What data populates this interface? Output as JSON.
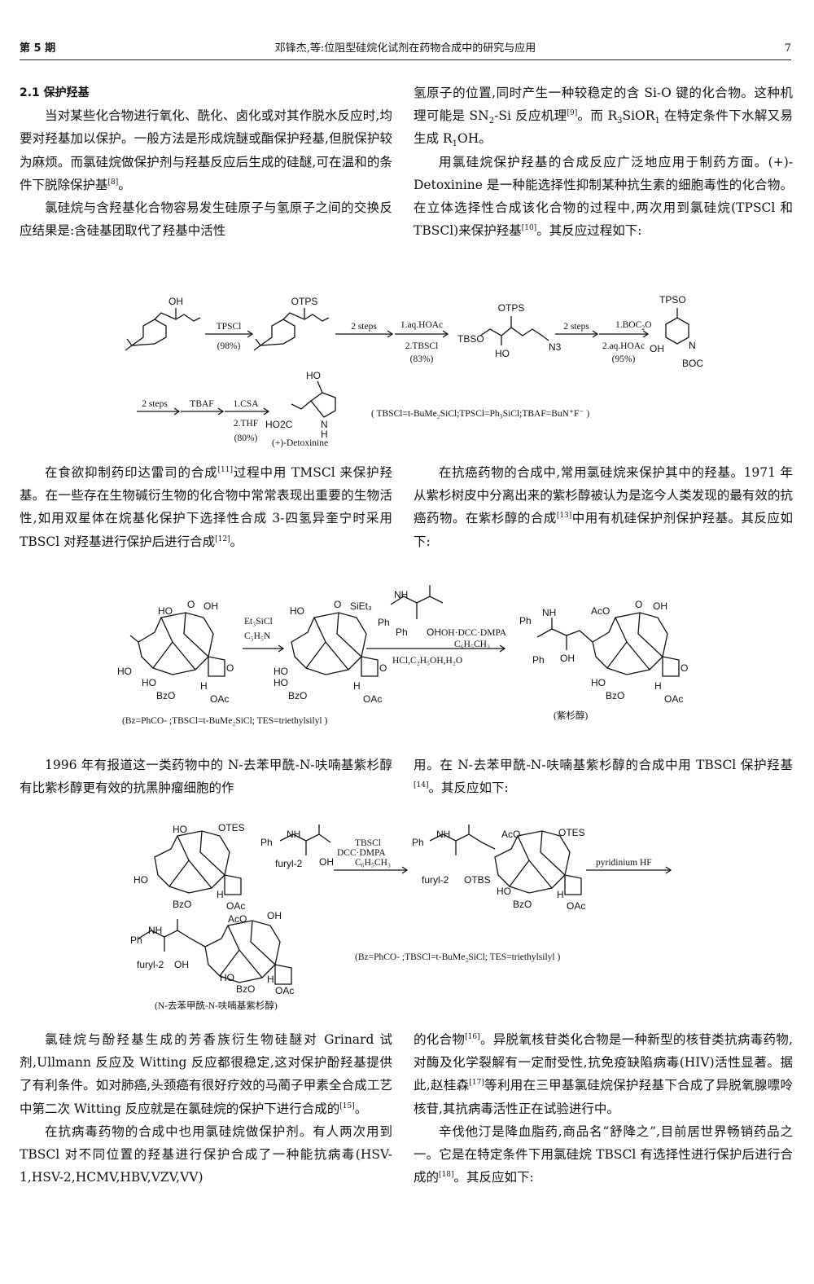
{
  "header": {
    "issue": "第 5 期",
    "title": "邓锋杰,等:位阻型硅烷化试剂在药物合成中的研究与应用",
    "page": "7"
  },
  "section": {
    "heading": "2.1  保护羟基",
    "left_paras": [
      "当对某些化合物进行氧化、酰化、卤化或对其作脱水反应时,均要对羟基加以保护。一般方法是形成烷醚或酯保护羟基,但脱保护较为麻烦。而氯硅烷做保护剂与羟基反应后生成的硅醚,可在温和的条件下脱除保护基",
      "氯硅烷与含羟基化合物容易发生硅原子与氢原子之间的交换反应结果是:含硅基团取代了羟基中活性"
    ],
    "left_refs": [
      "[8]"
    ],
    "right_p1_a": "氢原子的位置,同时产生一种较稳定的含 Si-O 键的化合物。这种机理可能是 SN",
    "right_p1_b": "-Si 反应机理",
    "right_p1_c": "。而 R",
    "right_p1_d": "SiOR",
    "right_p1_e": " 在特定条件下水解又易生成 R",
    "right_p1_f": "OH。",
    "right_p1_ref": "[9]",
    "right_p2": "用氯硅烷保护羟基的合成反应广泛地应用于制药方面。(+)-Detoxinine 是一种能选择性抑制某种抗生素的细胞毒性的化合物。在立体选择性合成该化合物的过程中,两次用到氯硅烷(TPSCl 和 TBSCl)来保护羟基",
    "right_p2_ref": "[10]",
    "right_p2_end": "。其反应过程如下:"
  },
  "scheme1": {
    "r1": "TPSCl",
    "y1": "(98%)",
    "r2": "2 steps",
    "r3a": "1.aq.HOAc",
    "r3b": "2.TBSCl",
    "y3": "(83%)",
    "r4": "2 steps",
    "r5a": "1.BOC",
    "r5b": "2.aq.HOAc",
    "y5": "(95%)",
    "r6": "2 steps",
    "r7": "TBAF",
    "r8a": "1.CSA",
    "r8b": "2.THF",
    "y8": "(80%)",
    "product": "(+)-Detoxinine",
    "legend": "( TBSCl=t-BuMe₂SiCl;TPSCl=Ph₃SiCl;TBAF=BuN⁺F⁻ )",
    "labels": {
      "oh": "OH",
      "otps": "OTPS",
      "tbso": "TBSO",
      "ho": "HO",
      "n3": "N3",
      "tpso": "TPSO",
      "boc": "BOC",
      "nh": "N",
      "h": "H",
      "ho2c": "HO2C",
      "n": "N"
    }
  },
  "para2": {
    "left": "在食欲抑制药印达雷司的合成",
    "left_ref1": "[11]",
    "left_b": "过程中用 TMSCl 来保护羟基。在一些存在生物碱衍生物的化合物中常常表现出重要的生物活性,如用双星体在烷基化保护下选择性合成 3-四氢异奎宁时采用 TBSCl 对羟基进行保护后进行合成",
    "left_ref2": "[12]",
    "left_end": "。",
    "right": "在抗癌药物的合成中,常用氯硅烷来保护其中的羟基。1971 年从紫杉树皮中分离出来的紫杉醇被认为是迄今人类发现的最有效的抗癌药物。在紫杉醇的合成",
    "right_ref": "[13]",
    "right_end": "中用有机硅保护剂保护羟基。其反应如下:"
  },
  "scheme2": {
    "r1a": "Et₃SiCl",
    "r1b": "C₅H₅N",
    "r2a": "OH·DCC·DMPA",
    "r2b": "C₆H₅CH₃",
    "r3": "HCl,C₂H₅OH,H₂O",
    "caption": "(Bz=PhCO- ;TBSCl=t-BuMe₂SiCl; TES=triethylsilyl )",
    "product": "(紫杉醇)",
    "labels": {
      "ho": "HO",
      "oh": "OH",
      "o": "O",
      "bzo": "BzO",
      "oac": "OAc",
      "h": "H",
      "sieT": "SiEt₃",
      "ph": "Ph",
      "nh": "NH",
      "aco": "AcO"
    }
  },
  "para3": {
    "left": "1996 年有报道这一类药物中的 N-去苯甲酰-N-呋喃基紫杉醇有比紫杉醇更有效的抗黑肿瘤细胞的作",
    "right": "用。在 N-去苯甲酰-N-呋喃基紫杉醇的合成中用 TBSCl 保护羟基",
    "right_ref": "[14]",
    "right_end": "。其反应如下:"
  },
  "scheme3": {
    "r1a": "TBSCl",
    "r1b": "DCC·DMPA",
    "r1c": "C₆H₅CH₃",
    "r2": "pyridinium HF",
    "caption": "(Bz=PhCO- ;TBSCl=t-BuMe₂SiCl;  TES=triethylsilyl )",
    "product": "(N-去苯甲酰-N-呋喃基紫杉醇)",
    "labels": {
      "otes": "OTES",
      "furyl": "furyl-2",
      "otbs": "OTBS",
      "oh": "OH",
      "ph": "Ph",
      "nh": "NH"
    }
  },
  "para4": {
    "left1": "氯硅烷与酚羟基生成的芳香族衍生物硅醚对 Grinard 试剂,Ullmann 反应及 Witting 反应都很稳定,这对保护酚羟基提供了有利条件。如对肺癌,头颈癌有很好疗效的马蔺子甲素全合成工艺中第二次 Witting 反应就是在氯硅烷的保护下进行合成的",
    "left1_ref": "[15]",
    "left2": "在抗病毒药物的合成中也用氯硅烷做保护剂。有人两次用到 TBSCl 对不同位置的羟基进行保护合成了一种能抗病毒(HSV-1,HSV-2,HCMV,HBV,VZV,VV)",
    "right1": "的化合物",
    "right1_ref": "[16]",
    "right1_b": "。异脱氧核苷类化合物是一种新型的核苷类抗病毒药物,对酶及化学裂解有一定耐受性,抗免疫缺陷病毒(HIV)活性显著。据此,赵桂森",
    "right1_ref2": "[17]",
    "right1_c": "等利用在三甲基氯硅烷保护羟基下合成了异脱氧腺嘌呤核苷,其抗病毒活性正在试验进行中。",
    "right2": "辛伐他汀是降血脂药,商品名“舒降之”,目前居世界畅销药品之一。它是在特定条件下用氯硅烷 TBSCl 有选择性进行保护后进行合成的",
    "right2_ref": "[18]",
    "right2_end": "。其反应如下:"
  }
}
